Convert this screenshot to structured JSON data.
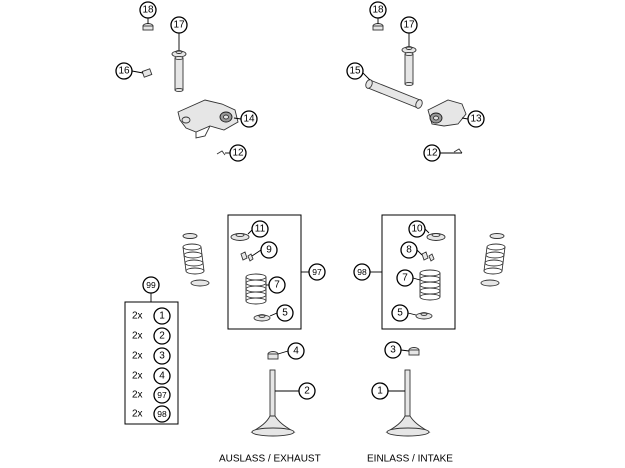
{
  "labels": {
    "exhaust": "AUSLASS / EXHAUST",
    "intake": "EINLASS / INTAKE"
  },
  "callouts": {
    "p18a": "18",
    "p17a": "17",
    "p16": "16",
    "p14": "14",
    "p12a": "12",
    "p18b": "18",
    "p17b": "17",
    "p15": "15",
    "p13": "13",
    "p12b": "12",
    "p11": "11",
    "p9": "9",
    "p7a": "7",
    "p5a": "5",
    "p97": "97",
    "p10": "10",
    "p8": "8",
    "p7b": "7",
    "p5b": "5",
    "p98": "98",
    "p99": "99",
    "p4": "4",
    "p2": "2",
    "p3": "3",
    "p1": "1"
  },
  "kit99": [
    {
      "qty": "2x",
      "part": "1"
    },
    {
      "qty": "2x",
      "part": "2"
    },
    {
      "qty": "2x",
      "part": "3"
    },
    {
      "qty": "2x",
      "part": "4"
    },
    {
      "qty": "2x",
      "part": "97"
    },
    {
      "qty": "2x",
      "part": "98"
    }
  ]
}
